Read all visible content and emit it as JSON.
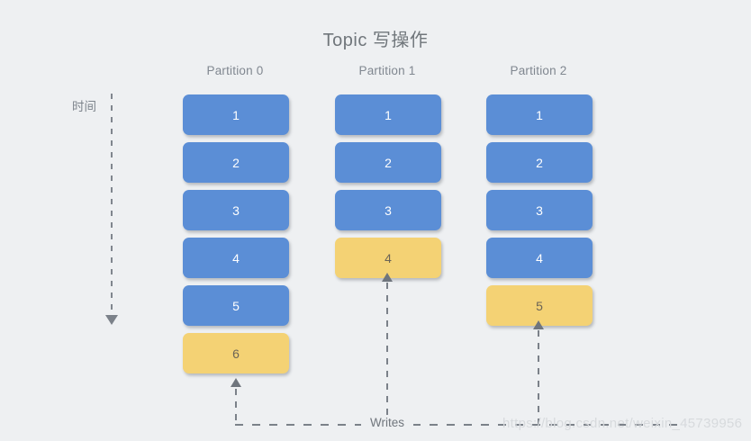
{
  "diagram": {
    "title": "Topic 写操作",
    "background_color": "#eef0f2",
    "time_axis": {
      "label": "时间",
      "direction": "down"
    },
    "writes": {
      "label": "Writes"
    },
    "colors": {
      "existing_message": "#5b8ed6",
      "new_message": "#f4d274",
      "text_on_blue": "#ffffff",
      "text_on_yellow": "#6b6456",
      "title": "#70767b",
      "label": "#808790",
      "connector": "#7b8189"
    },
    "partitions": [
      {
        "label": "Partition 0",
        "messages": [
          {
            "value": "1",
            "state": "blue"
          },
          {
            "value": "2",
            "state": "blue"
          },
          {
            "value": "3",
            "state": "blue"
          },
          {
            "value": "4",
            "state": "blue"
          },
          {
            "value": "5",
            "state": "blue"
          },
          {
            "value": "6",
            "state": "yellow"
          }
        ]
      },
      {
        "label": "Partition 1",
        "messages": [
          {
            "value": "1",
            "state": "blue"
          },
          {
            "value": "2",
            "state": "blue"
          },
          {
            "value": "3",
            "state": "blue"
          },
          {
            "value": "4",
            "state": "yellow"
          }
        ]
      },
      {
        "label": "Partition 2",
        "messages": [
          {
            "value": "1",
            "state": "blue"
          },
          {
            "value": "2",
            "state": "blue"
          },
          {
            "value": "3",
            "state": "blue"
          },
          {
            "value": "4",
            "state": "blue"
          },
          {
            "value": "5",
            "state": "yellow"
          }
        ]
      }
    ],
    "watermark": "https://blog.csdn.net/weixin_45739956"
  }
}
